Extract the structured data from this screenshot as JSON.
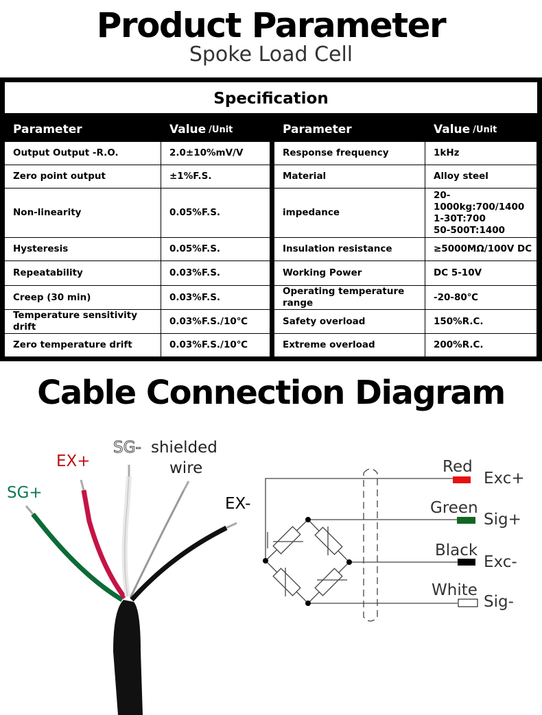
{
  "header": {
    "title": "Product Parameter",
    "subtitle": "Spoke Load Cell"
  },
  "spec": {
    "title": "Specification",
    "col_param": "Parameter",
    "col_value": "Value",
    "col_unit": "/Unit",
    "left": [
      [
        "Output Output -R.O.",
        "2.0±10%mV/V"
      ],
      [
        "Zero point output",
        "±1%F.S."
      ],
      [
        "Non-linearity",
        "0.05%F.S."
      ],
      [
        "Hysteresis",
        "0.05%F.S."
      ],
      [
        "Repeatability",
        "0.03%F.S."
      ],
      [
        "Creep (30 min)",
        "0.03%F.S."
      ],
      [
        "Temperature sensitivity drift",
        "0.03%F.S./10℃"
      ],
      [
        "Zero temperature drift",
        "0.03%F.S./10℃"
      ]
    ],
    "right": [
      [
        "Response frequency",
        "1kHz"
      ],
      [
        "Material",
        "Alloy steel"
      ],
      [
        "impedance",
        "20-1000kg:700/1400\n1-30T:700\n50-500T:1400"
      ],
      [
        "Insulation resistance",
        "≥5000MΩ/100V DC"
      ],
      [
        "Working Power",
        "DC 5-10V"
      ],
      [
        "Operating temperature range",
        "-20-80℃"
      ],
      [
        "Safety overload",
        "150%R.C."
      ],
      [
        "Extreme overload",
        "200%R.C."
      ]
    ]
  },
  "cable": {
    "title": "Cable Connection Diagram",
    "labels": {
      "sg_plus": "SG+",
      "ex_plus": "EX+",
      "sg_minus": "SG-",
      "shielded": "shielded",
      "wire": "wire",
      "ex_minus": "EX-"
    }
  },
  "wiring": [
    {
      "color_name": "Red",
      "signal": "Exc+",
      "color": "#e81010"
    },
    {
      "color_name": "Green",
      "signal": "Sig+",
      "color": "#116622"
    },
    {
      "color_name": "Black",
      "signal": "Exc-",
      "color": "#000000"
    },
    {
      "color_name": "White",
      "signal": "Sig-",
      "color": "#ffffff"
    }
  ]
}
